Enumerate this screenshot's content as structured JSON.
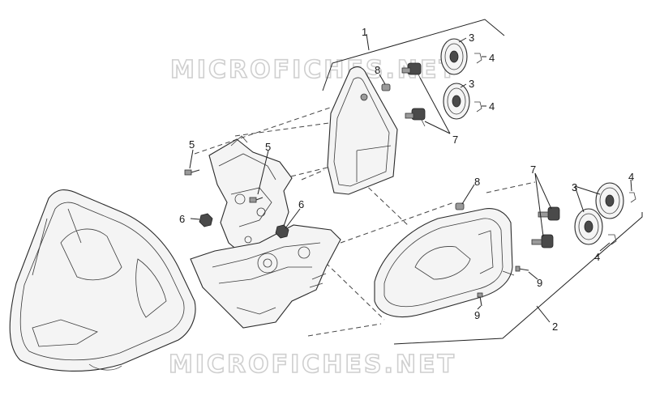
{
  "watermark": {
    "text_top": "MICROFICHES.NET",
    "text_bottom": "MICROFICHES.NET"
  },
  "callouts": {
    "c1": "1",
    "c2": "2",
    "c3a": "3",
    "c3b": "3",
    "c3c": "3",
    "c4a": "4",
    "c4b": "4",
    "c4c": "4",
    "c4d": "4",
    "c5a": "5",
    "c5b": "5",
    "c6a": "6",
    "c6b": "6",
    "c7a": "7",
    "c7b": "7",
    "c8a": "8",
    "c8b": "8",
    "c9a": "9",
    "c9b": "9"
  }
}
